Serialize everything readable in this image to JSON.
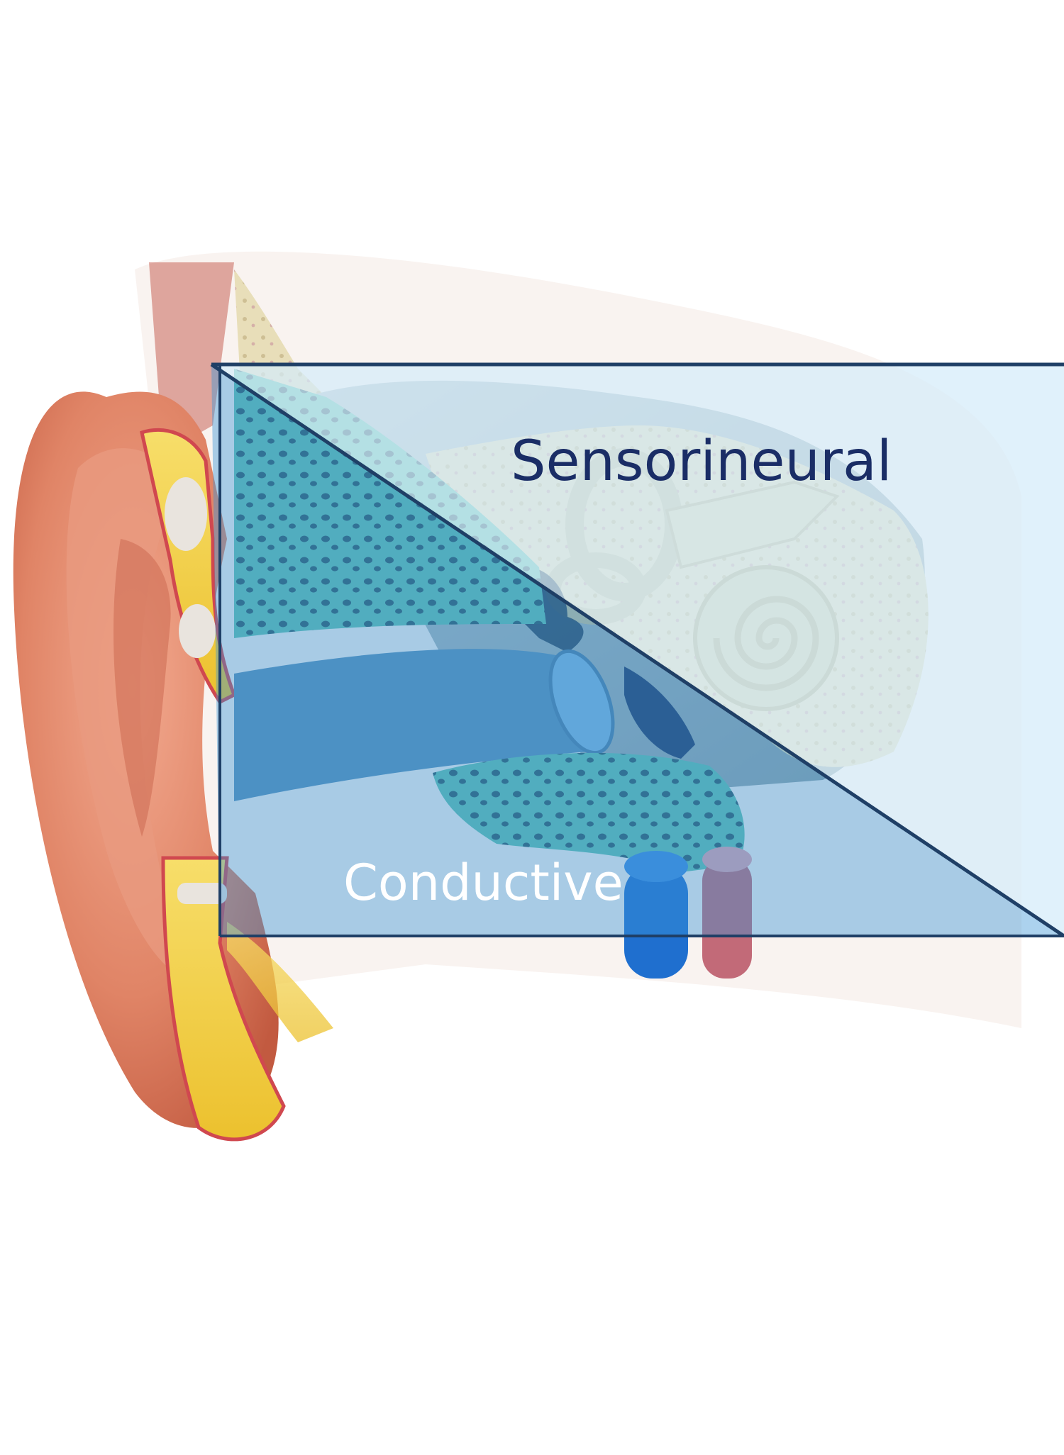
{
  "labels": {
    "sensorineural": "Sensorineural",
    "conductive": "Conductive"
  },
  "colors": {
    "sensorineural_text": "#1a2d66",
    "conductive_text": "#ffffff",
    "overlay_light": "#cfe6f6",
    "overlay_dark": "#2f86c7",
    "overlay_border": "#1f3f66",
    "skin": "#d9735a",
    "fat": "#f2cf3f",
    "bone": "#e9dfb8"
  },
  "icons": [
    "ear-illustration",
    "cochlea-icon",
    "ossicles-icon",
    "ear-canal-icon"
  ]
}
